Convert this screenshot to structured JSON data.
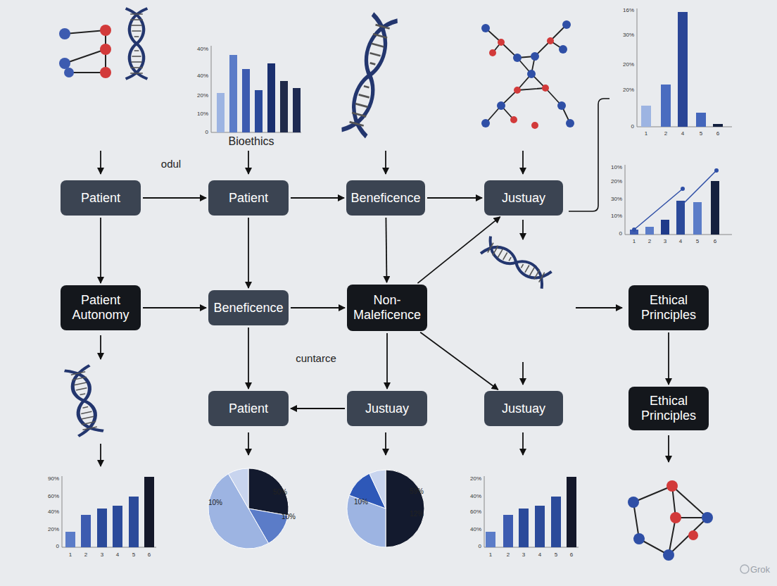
{
  "diagram": {
    "nodes": [
      {
        "text": [
          "Patient"
        ]
      },
      {
        "text": [
          "Patient"
        ]
      },
      {
        "text": [
          "Beneficence"
        ]
      },
      {
        "text": [
          "Justuay"
        ]
      },
      {
        "text": [
          "Patient Autonomy"
        ]
      },
      {
        "text": [
          "Beneficence"
        ]
      },
      {
        "text": [
          "Non-Maleficence"
        ]
      },
      {
        "text": [
          "Ethical Principles"
        ]
      },
      {
        "text": [
          "Patient"
        ]
      },
      {
        "text": [
          "Justuay"
        ]
      },
      {
        "text": [
          "Justuay"
        ]
      },
      {
        "text": [
          "Ethical Principles"
        ]
      }
    ],
    "edges": [
      {
        "from": 0,
        "to": 1,
        "arrow": "to"
      },
      {
        "from": 1,
        "to": 2,
        "arrow": "to"
      },
      {
        "from": 2,
        "to": 3,
        "arrow": "to"
      },
      {
        "from": 0,
        "to": 4,
        "arrow": "to"
      },
      {
        "from": 1,
        "to": 5,
        "arrow": "to"
      },
      {
        "from": 2,
        "to": 6,
        "arrow": "to"
      },
      {
        "from": 4,
        "to": 5,
        "arrow": "to"
      },
      {
        "from": 5,
        "to": 6,
        "arrow": "to"
      },
      {
        "from": 6,
        "to": 3,
        "arrow": "to"
      },
      {
        "from": 6,
        "to": 10,
        "arrow": "to"
      },
      {
        "from": 5,
        "to": 8,
        "arrow": "to"
      },
      {
        "from": 6,
        "to": 9,
        "arrow": "to"
      },
      {
        "from": 9,
        "to": 8,
        "arrow": "to"
      },
      {
        "from": 7,
        "to": 11,
        "arrow": "to"
      }
    ],
    "labels": [
      "odul",
      "Bioethics",
      "cuntarce",
      "40%",
      "40%",
      "20%",
      "10%",
      "0",
      "16%",
      "30%",
      "20%",
      "20%",
      "0",
      "1",
      "2",
      "4",
      "5",
      "6",
      "10%",
      "20%",
      "30%",
      "10%",
      "0",
      "1",
      "2",
      "3",
      "4",
      "5",
      "6",
      "90%",
      "60%",
      "40%",
      "20%",
      "0",
      "1",
      "2",
      "3",
      "4",
      "5",
      "6",
      "10%",
      "50%",
      "10%",
      "10%",
      "59%",
      "12%",
      "20%",
      "40%",
      "60%",
      "40%",
      "0",
      "1",
      "2",
      "3",
      "4",
      "5",
      "6",
      "Grok"
    ]
  }
}
